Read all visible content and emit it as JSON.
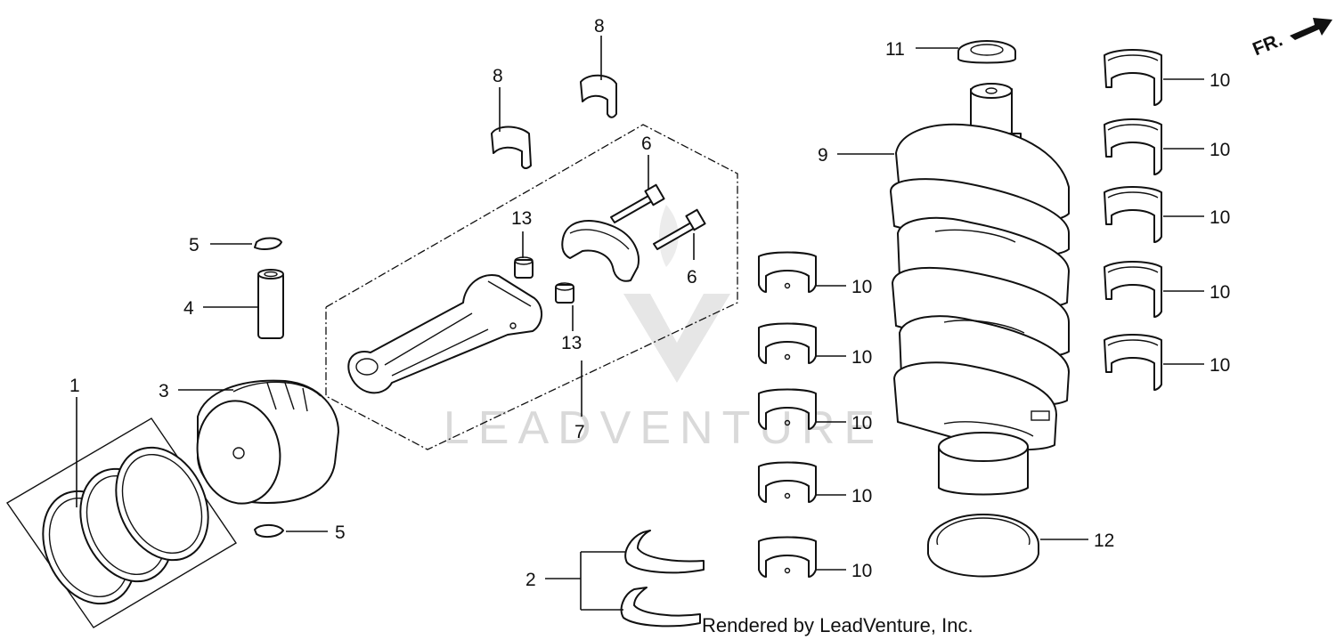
{
  "watermark": {
    "text": "LEADVENTURE"
  },
  "credit": "Rendered by LeadVenture, Inc.",
  "direction_mark": {
    "text": "FR.",
    "icon": "front-arrow-icon"
  },
  "callouts": {
    "c1": "1",
    "c2": "2",
    "c3": "3",
    "c4": "4",
    "c5a": "5",
    "c5b": "5",
    "c6a": "6",
    "c6b": "6",
    "c7": "7",
    "c8a": "8",
    "c8b": "8",
    "c9": "9",
    "c10_r1": "10",
    "c10_r2": "10",
    "c10_r3": "10",
    "c10_r4": "10",
    "c10_r5": "10",
    "c10_l1": "10",
    "c10_l2": "10",
    "c10_l3": "10",
    "c10_l4": "10",
    "c10_l5": "10",
    "c11": "11",
    "c12": "12",
    "c13a": "13",
    "c13b": "13"
  },
  "parts": [
    {
      "icon": "piston-ring-set-icon"
    },
    {
      "icon": "thrust-washer-icon"
    },
    {
      "icon": "piston-icon"
    },
    {
      "icon": "piston-pin-icon"
    },
    {
      "icon": "pin-clip-icon"
    },
    {
      "icon": "connecting-rod-bolt-icon"
    },
    {
      "icon": "connecting-rod-assembly-icon"
    },
    {
      "icon": "rod-bearing-icon"
    },
    {
      "icon": "crankshaft-icon"
    },
    {
      "icon": "main-bearing-icon"
    },
    {
      "icon": "oil-seal-icon"
    },
    {
      "icon": "dowel-pin-icon"
    }
  ]
}
